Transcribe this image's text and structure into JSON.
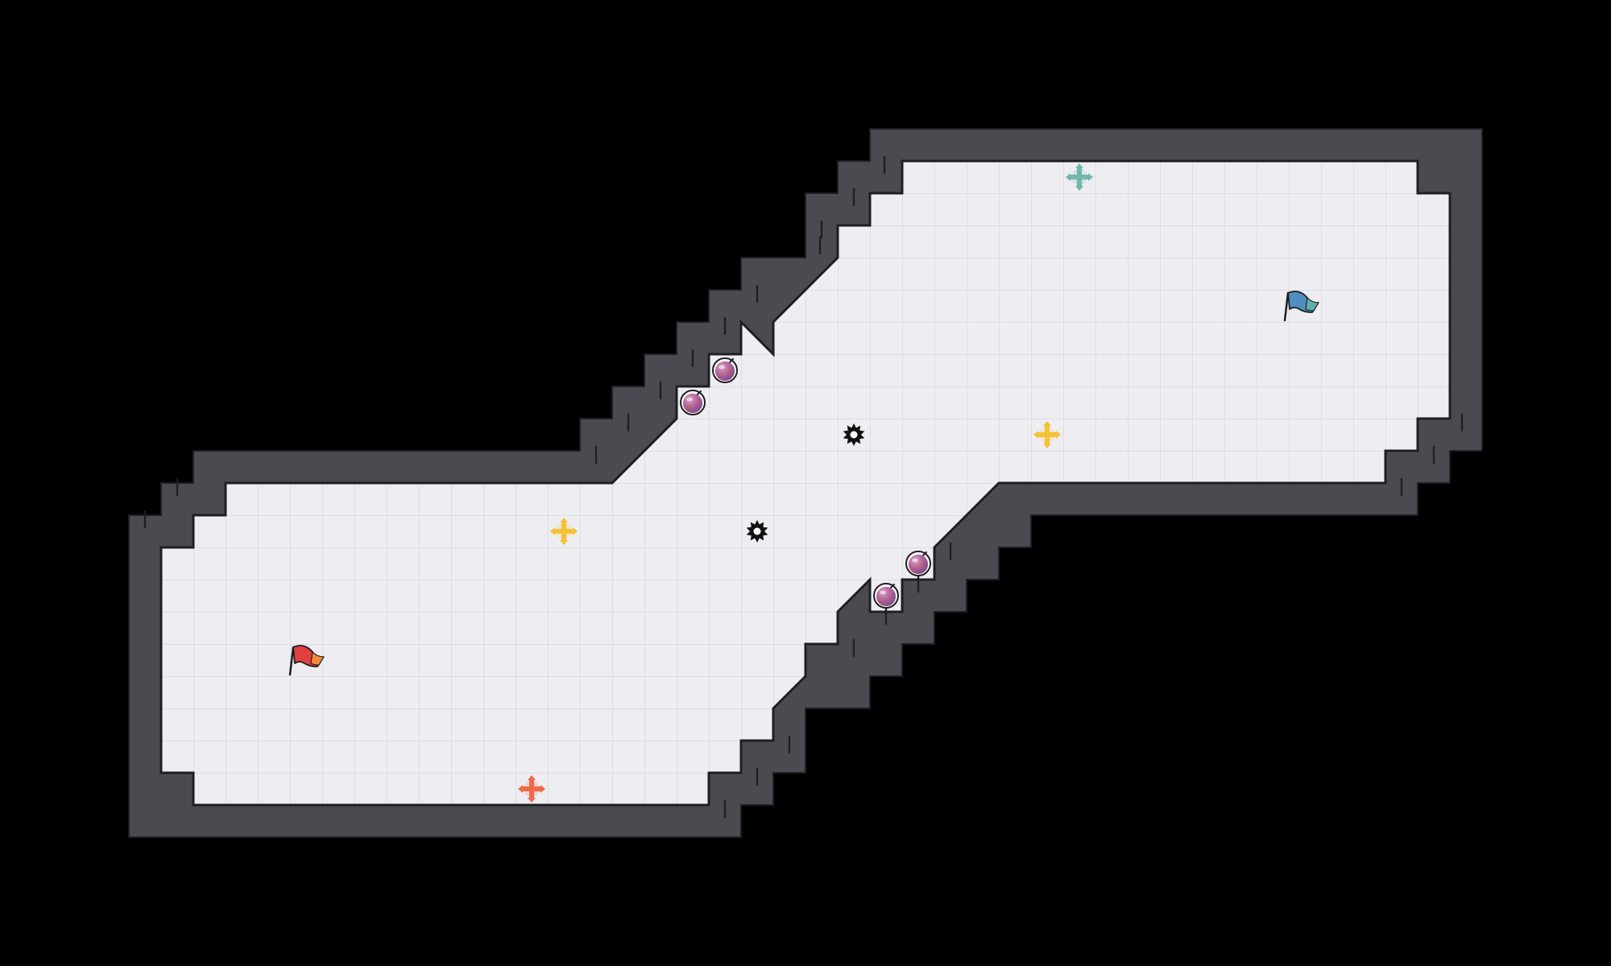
{
  "game": {
    "title": "",
    "colors": {
      "background": "#000000",
      "wall": "#4b4a50",
      "wall_outline": "#1f1f23",
      "floor": "#eeeef2",
      "grid_line": "#d2d2d8"
    }
  },
  "flags": [
    {
      "name": "red-flag",
      "color": "#e2403f",
      "accent": "#f28a3c"
    },
    {
      "name": "blue-flag",
      "color": "#4f8ebd",
      "accent": "#5fb2a8"
    }
  ],
  "spawn_markers": [
    {
      "name": "orange-spawn-marker",
      "color": "#ef6a4a"
    },
    {
      "name": "teal-spawn-marker",
      "color": "#72b6b0"
    },
    {
      "name": "yellow-spawn-marker-left",
      "color": "#f4c236"
    },
    {
      "name": "yellow-spawn-marker-right",
      "color": "#f4c236"
    }
  ],
  "bombs": [
    {
      "name": "bomb-1",
      "color": "#b2618e"
    },
    {
      "name": "bomb-2",
      "color": "#b2618e"
    },
    {
      "name": "bomb-3",
      "color": "#b2618e"
    },
    {
      "name": "bomb-4",
      "color": "#b2618e"
    }
  ],
  "spikes": [
    {
      "name": "spike-1",
      "color": "#111111"
    },
    {
      "name": "spike-2",
      "color": "#111111"
    }
  ]
}
